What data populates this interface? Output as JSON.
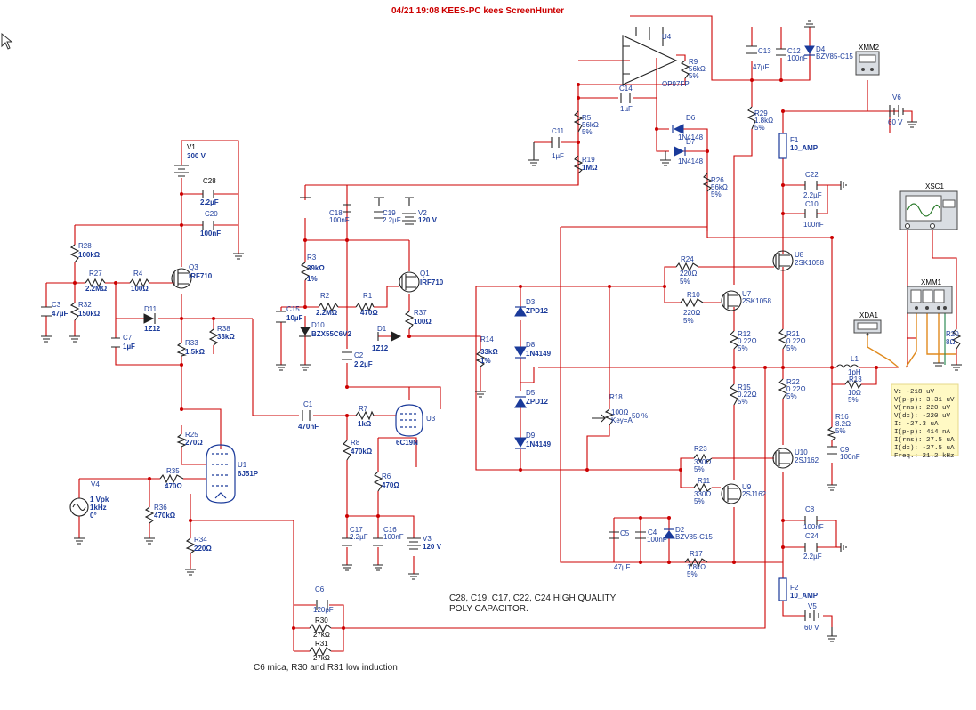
{
  "title_bar": {
    "text": "04/21 19:08  KEES-PC  kees  ScreenHunter"
  },
  "notes": {
    "poly_note_line1": "C28, C19, C17, C22, C24 HIGH QUALITY",
    "poly_note_line2": "POLY CAPACITOR.",
    "mica_note": "C6 mica, R30 and R31 low induction"
  },
  "components": {
    "V1": {
      "ref": "V1",
      "value": "300 V"
    },
    "V2": {
      "ref": "V2",
      "value": "120 V"
    },
    "V3": {
      "ref": "V3",
      "value": "120 V"
    },
    "V4": {
      "ref": "V4",
      "value1": "1 Vpk",
      "value2": "1kHz",
      "value3": "0°"
    },
    "V5": {
      "ref": "V5",
      "value": "60 V"
    },
    "V6": {
      "ref": "V6",
      "value": "60 V"
    },
    "C28": {
      "ref": "C28",
      "value": "2.2µF"
    },
    "C20": {
      "ref": "C20",
      "value": "100nF"
    },
    "R28": {
      "ref": "R28",
      "value": "100kΩ"
    },
    "R27": {
      "ref": "R27",
      "value": "2.2MΩ"
    },
    "R4": {
      "ref": "R4",
      "value": "100Ω"
    },
    "Q3": {
      "ref": "Q3",
      "value": "IRF710"
    },
    "C3": {
      "ref": "C3",
      "value": "47µF"
    },
    "R32": {
      "ref": "R32",
      "value": "150kΩ"
    },
    "D11": {
      "ref": "D11",
      "value": "1Z12"
    },
    "C7": {
      "ref": "C7",
      "value": "1µF"
    },
    "R33": {
      "ref": "R33",
      "value": "1.5kΩ"
    },
    "R38": {
      "ref": "R38",
      "value": "33kΩ"
    },
    "R25": {
      "ref": "R25",
      "value": "270Ω"
    },
    "U1": {
      "ref": "U1",
      "value": "6J51P"
    },
    "R35": {
      "ref": "R35",
      "value": "470Ω"
    },
    "R36": {
      "ref": "R36",
      "value": "470kΩ"
    },
    "R34": {
      "ref": "R34",
      "value": "220Ω"
    },
    "C18": {
      "ref": "C18",
      "value": "100nF"
    },
    "C19": {
      "ref": "C19",
      "value": "2.2µF"
    },
    "R3": {
      "ref": "R3",
      "value": "39kΩ",
      "tol": "1%"
    },
    "R2": {
      "ref": "R2",
      "value": "2.2MΩ"
    },
    "R1": {
      "ref": "R1",
      "value": "470Ω"
    },
    "Q1": {
      "ref": "Q1",
      "value": "IRF710"
    },
    "C15": {
      "ref": "C15",
      "value": "10µF"
    },
    "D10": {
      "ref": "D10",
      "value": "BZX55C6V2"
    },
    "D1": {
      "ref": "D1",
      "value": "1Z12"
    },
    "R37": {
      "ref": "R37",
      "value": "100Ω"
    },
    "C2": {
      "ref": "C2",
      "value": "2.2µF"
    },
    "C1": {
      "ref": "C1",
      "value": "470nF"
    },
    "R7": {
      "ref": "R7",
      "value": "1kΩ"
    },
    "U3": {
      "ref": "U3",
      "value": "6C19N"
    },
    "R8": {
      "ref": "R8",
      "value": "470kΩ"
    },
    "R6": {
      "ref": "R6",
      "value": "470Ω"
    },
    "C17": {
      "ref": "C17",
      "value": "2.2µF"
    },
    "C16": {
      "ref": "C16",
      "value": "100nF"
    },
    "C6": {
      "ref": "C6",
      "value": "120pF"
    },
    "R30": {
      "ref": "R30",
      "value": "27kΩ"
    },
    "R31": {
      "ref": "R31",
      "value": "27kΩ"
    },
    "U4": {
      "ref": "U4",
      "value": "OP97FP"
    },
    "R9": {
      "ref": "R9",
      "value": "56kΩ",
      "tol": "5%"
    },
    "C14": {
      "ref": "C14",
      "value": "1µF"
    },
    "R5": {
      "ref": "R5",
      "value": "56kΩ",
      "tol": "5%"
    },
    "C11": {
      "ref": "C11",
      "value": "1µF"
    },
    "R19": {
      "ref": "R19",
      "value": "1MΩ"
    },
    "C13": {
      "ref": "C13",
      "value": "47µF"
    },
    "C12": {
      "ref": "C12",
      "value": "100nF"
    },
    "D4": {
      "ref": "D4",
      "value": "BZV85-C15"
    },
    "D6": {
      "ref": "D6",
      "value": "1N4148"
    },
    "D7": {
      "ref": "D7",
      "value": "1N4148"
    },
    "R29": {
      "ref": "R29",
      "value": "1.8kΩ",
      "tol": "5%"
    },
    "R26": {
      "ref": "R26",
      "value": "56kΩ",
      "tol": "5%"
    },
    "F1": {
      "ref": "F1",
      "value": "10_AMP"
    },
    "F2": {
      "ref": "F2",
      "value": "10_AMP"
    },
    "C22": {
      "ref": "C22",
      "value": "2.2µF"
    },
    "C10": {
      "ref": "C10",
      "value": "100nF"
    },
    "D3": {
      "ref": "D3",
      "value": "ZPD12"
    },
    "D8": {
      "ref": "D8",
      "value": "1N4149"
    },
    "D5": {
      "ref": "D5",
      "value": "ZPD12"
    },
    "D9": {
      "ref": "D9",
      "value": "1N4149"
    },
    "R14": {
      "ref": "R14",
      "value": "33kΩ",
      "tol": "1%"
    },
    "R24": {
      "ref": "R24",
      "value": "220Ω",
      "tol": "5%"
    },
    "R10": {
      "ref": "R10",
      "value": "220Ω",
      "tol": "5%"
    },
    "U8": {
      "ref": "U8",
      "value": "2SK1058"
    },
    "U7": {
      "ref": "U7",
      "value": "2SK1058"
    },
    "R12": {
      "ref": "R12",
      "value": "0.22Ω",
      "tol": "5%"
    },
    "R21": {
      "ref": "R21",
      "value": "0.22Ω",
      "tol": "5%"
    },
    "R15": {
      "ref": "R15",
      "value": "0.22Ω",
      "tol": "5%"
    },
    "R22": {
      "ref": "R22",
      "value": "0.22Ω",
      "tol": "5%"
    },
    "R18": {
      "ref": "R18",
      "value": "100Ω",
      "key": "Key=A",
      "pct": "50 %"
    },
    "R23": {
      "ref": "R23",
      "value": "330Ω",
      "tol": "5%"
    },
    "R11": {
      "ref": "R11",
      "value": "330Ω",
      "tol": "5%"
    },
    "U10": {
      "ref": "U10",
      "value": "2SJ162"
    },
    "U9": {
      "ref": "U9",
      "value": "2SJ162"
    },
    "C5": {
      "ref": "C5",
      "value": "47µF"
    },
    "C4": {
      "ref": "C4",
      "value": "100nF"
    },
    "D2": {
      "ref": "D2",
      "value": "BZV85-C15"
    },
    "R17": {
      "ref": "R17",
      "value": "1.8kΩ",
      "tol": "5%"
    },
    "C8": {
      "ref": "C8",
      "value": "100nF"
    },
    "C24": {
      "ref": "C24",
      "value": "2.2µF"
    },
    "L1": {
      "ref": "L1",
      "value": "1pH"
    },
    "R13": {
      "ref": "R13",
      "value": "10Ω",
      "tol": "5%"
    },
    "R16": {
      "ref": "R16",
      "value": "8.2Ω",
      "tol": "5%"
    },
    "C9": {
      "ref": "C9",
      "value": "100nF"
    },
    "R20": {
      "ref": "R20",
      "value": "8Ω"
    },
    "XMM2": {
      "ref": "XMM2"
    },
    "XMM1": {
      "ref": "XMM1"
    },
    "XSC1": {
      "ref": "XSC1"
    },
    "XDA1": {
      "ref": "XDA1"
    }
  },
  "probe": {
    "lines": [
      "V: -218 uV",
      "V(p-p): 3.31 uV",
      "V(rms): 220 uV",
      "V(dc): -220 uV",
      "I: -27.3 uA",
      "I(p-p): 414 nA",
      "I(rms): 27.5 uA",
      "I(dc): -27.5 uA",
      "Freq.: 21.2 kHz"
    ]
  },
  "colors": {
    "wire": "#cc0000",
    "label": "#1a3a9a",
    "probe_bg": "#fff9c4",
    "title": "#cc0000"
  }
}
